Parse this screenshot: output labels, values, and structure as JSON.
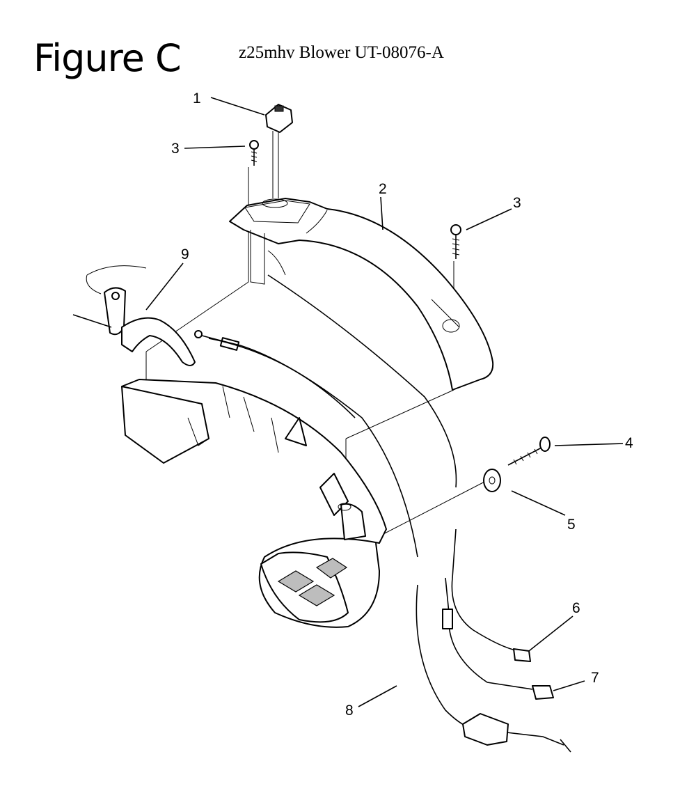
{
  "figure_label": "Figure C",
  "subtitle": "z25mhv Blower UT-08076-A",
  "callouts": [
    "1",
    "2",
    "3",
    "3",
    "4",
    "5",
    "6",
    "7",
    "8",
    "9"
  ]
}
